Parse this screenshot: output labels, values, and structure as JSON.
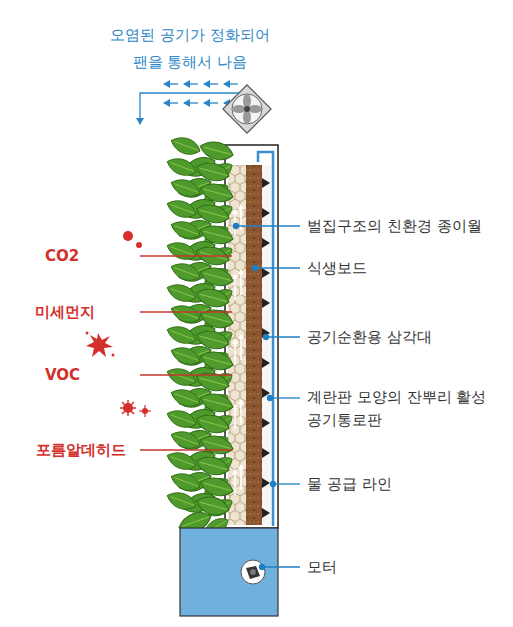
{
  "diagram": {
    "labels": [
      "오염된 공기가 정화되어 팬을 통해서 나음",
      "벌집구조의 친환경 종이월",
      "CO2",
      "식생보드",
      "미세먼지",
      "공기순환용 삼각대",
      "VOC",
      "계란판 모양의 잔뿌리 활성 공기통로판",
      "포름알데히드",
      "물 공급 라인",
      "모터"
    ]
  }
}
